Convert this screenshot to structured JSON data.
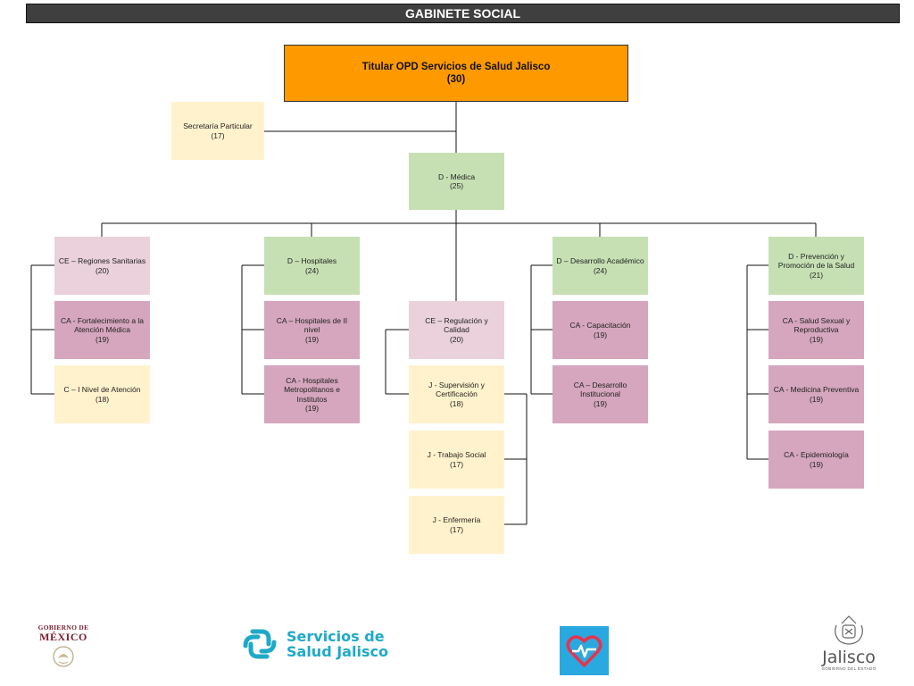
{
  "header": {
    "title": "GABINETE SOCIAL"
  },
  "nodes": {
    "titular": {
      "name": "Titular OPD Servicios de Salud Jalisco",
      "level": "(30)"
    },
    "secretaria": {
      "name": "Secretaría Particular",
      "level": "(17)"
    },
    "medica": {
      "name": "D - Médica",
      "level": "(25)"
    },
    "regiones": {
      "name": "CE – Regiones Sanitarias",
      "level": "(20)"
    },
    "fortalecimiento": {
      "name": "CA - Fortalecimiento a la Atención Médica",
      "level": "(19)"
    },
    "primer_nivel": {
      "name": "C – I Nivel de Atención",
      "level": "(18)"
    },
    "hospitales": {
      "name": "D – Hospitales",
      "level": "(24)"
    },
    "hospitales_ii": {
      "name": "CA – Hospitales de II nivel",
      "level": "(19)"
    },
    "hospitales_metro": {
      "name": "CA - Hospitales Metropolitanos e Institutos",
      "level": "(19)"
    },
    "regulacion": {
      "name": "CE – Regulación y Calidad",
      "level": "(20)"
    },
    "supervision": {
      "name": "J - Supervisión y Certificación",
      "level": "(18)"
    },
    "trabajo_social": {
      "name": "J - Trabajo Social",
      "level": "(17)"
    },
    "enfermeria": {
      "name": "J - Enfermería",
      "level": "(17)"
    },
    "desarrollo_academico": {
      "name": "D – Desarrollo Académico",
      "level": "(24)"
    },
    "capacitacion": {
      "name": "CA - Capacitación",
      "level": "(19)"
    },
    "desarrollo_institucional": {
      "name": "CA – Desarrollo Institucional",
      "level": "(19)"
    },
    "prevencion": {
      "name": "D - Prevención y Promoción de la Salud",
      "level": "(21)"
    },
    "salud_sexual": {
      "name": "CA - Salud Sexual y Reproductiva",
      "level": "(19)"
    },
    "medicina_preventiva": {
      "name": "CA - Medicina Preventiva",
      "level": "(19)"
    },
    "epidemiologia": {
      "name": "CA - Epidemiología",
      "level": "(19)"
    }
  },
  "logos": {
    "gobierno_mexico": {
      "line1": "GOBIERNO DE",
      "line2": "MÉXICO"
    },
    "ssj": {
      "line1": "Servicios de",
      "line2": "Salud Jalisco"
    },
    "jalisco": {
      "name": "Jalisco",
      "sub": "GOBIERNO DEL ESTADO"
    }
  },
  "colors": {
    "top": "#ff9900",
    "yellow": "#fff2cc",
    "green": "#c6e0b4",
    "pink": "#ead1dc",
    "mauve": "#d5a6bd",
    "ssj_teal": "#1fa9c9",
    "jalisco_gray": "#555555"
  }
}
